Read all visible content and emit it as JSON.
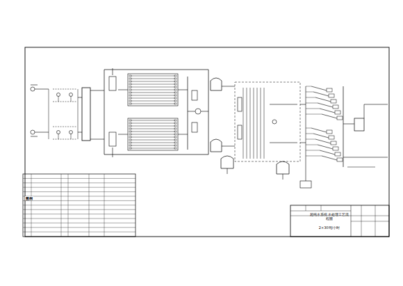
{
  "diagram": {
    "nodes": [
      {
        "text": [
          "超纯水系统 水处理工艺流程图"
        ]
      },
      {
        "text": [
          "2×30吨/小时"
        ]
      }
    ],
    "labels": [
      "图例"
    ]
  }
}
